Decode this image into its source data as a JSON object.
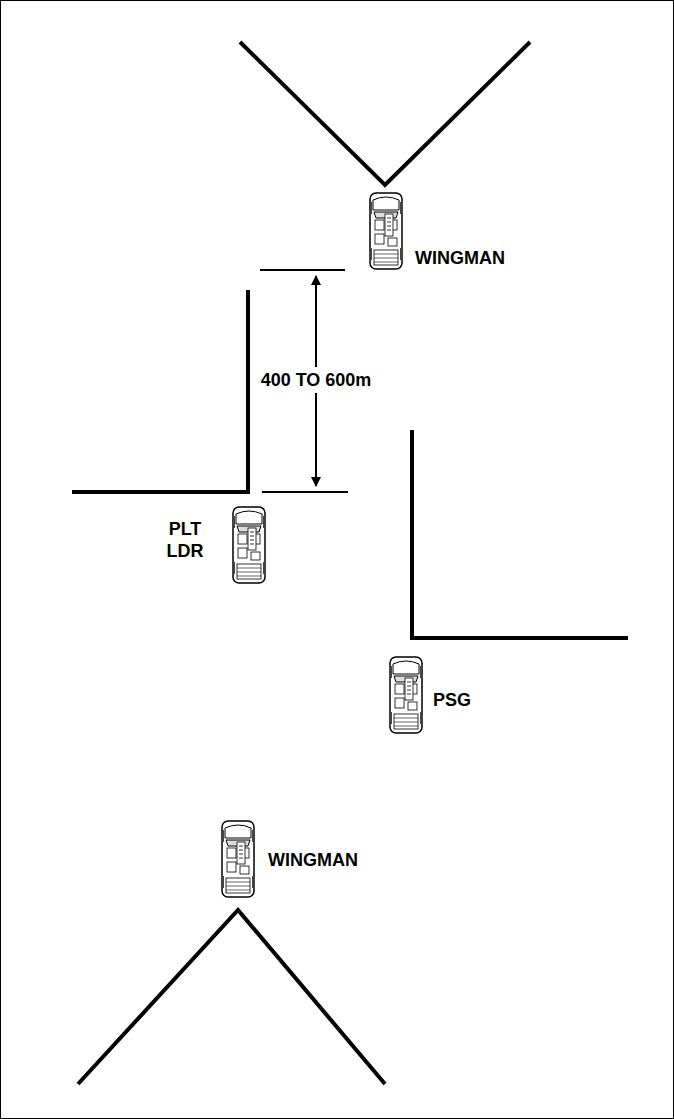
{
  "diagram": {
    "labels": [
      "WINGMAN",
      "400 TO 600m",
      "PLT LDR",
      "PSG",
      "WINGMAN"
    ]
  }
}
